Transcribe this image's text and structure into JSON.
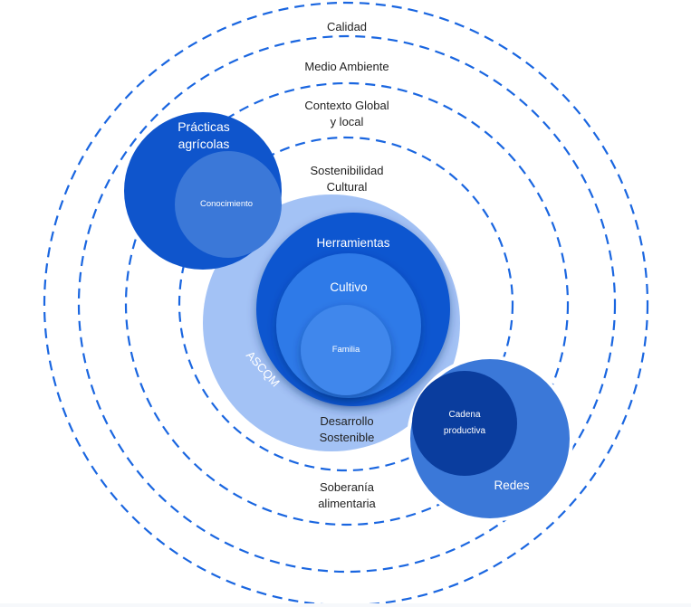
{
  "title": "Concentric model diagram",
  "colors": {
    "dashed_ring": "#1a66e0",
    "ascqm_fill": "#a3c2f5",
    "herramientas_fill": "#0d57d0",
    "cultivo_fill": "#2f7ae8",
    "familia_fill": "#3f87ec",
    "practicas_fill": "#0f55cc",
    "conocimiento_fill": "#3b78d8",
    "redes_fill": "#3b78d8",
    "cadena_fill": "#0a3d9e"
  },
  "rings": [
    {
      "id": "calidad",
      "label": "Calidad"
    },
    {
      "id": "medio-ambiente",
      "label": "Medio Ambiente"
    },
    {
      "id": "contexto",
      "label_line1": "Contexto Global",
      "label_line2": "y local"
    },
    {
      "id": "sostenibilidad",
      "label_line1": "Sostenibilidad",
      "label_line2": "Cultural"
    }
  ],
  "lower_labels": {
    "desarrollo_line1": "Desarrollo",
    "desarrollo_line2": "Sostenible",
    "soberania_line1": "Soberanía",
    "soberania_line2": "alimentaria"
  },
  "core": {
    "ascqm": "ASCQM",
    "herramientas": "Herramientas",
    "cultivo": "Cultivo",
    "familia": "Familia"
  },
  "practicas": {
    "label_line1": "Prácticas",
    "label_line2": "agrícolas",
    "conocimiento": "Conocimiento"
  },
  "redes": {
    "label": "Redes",
    "cadena_line1": "Cadena",
    "cadena_line2": "productiva"
  }
}
